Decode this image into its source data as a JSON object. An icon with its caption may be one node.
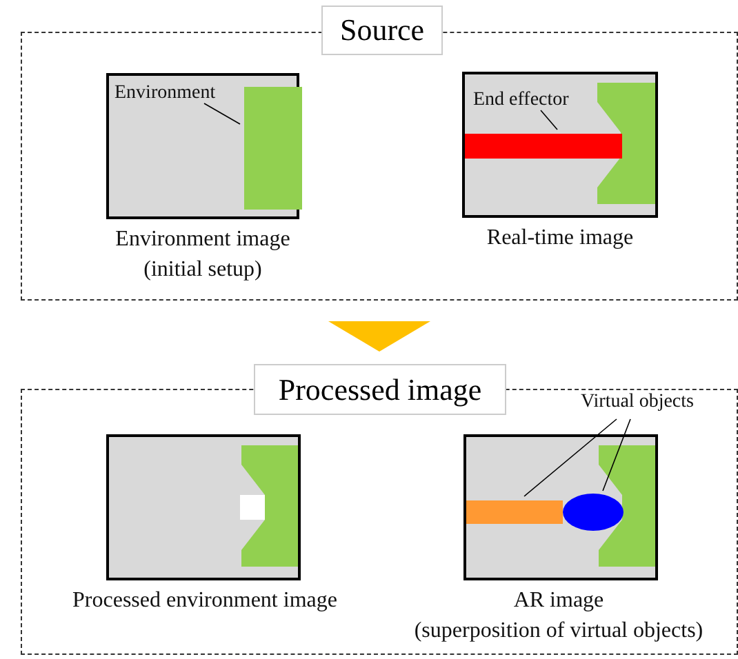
{
  "diagram": {
    "nodes": [
      {
        "text": [
          "Source"
        ]
      },
      {
        "text": [
          "Environment image",
          "(initial setup)"
        ],
        "in": 0
      },
      {
        "text": [
          "Environment"
        ],
        "in": 1
      },
      {
        "text": [],
        "shape": "box",
        "in": 1
      },
      {
        "text": [
          "Real-time image"
        ],
        "in": 0
      },
      {
        "text": [
          "End effector"
        ],
        "in": 4
      },
      {
        "text": [],
        "shape": "bar",
        "in": 4
      },
      {
        "text": [
          "Processed image"
        ]
      },
      {
        "text": [
          "Processed environment image"
        ],
        "in": 7
      },
      {
        "text": [
          "AR image",
          "(superposition of virtual objects)"
        ],
        "in": 7
      },
      {
        "text": [
          "Virtual objects"
        ],
        "in": 7
      },
      {
        "text": [],
        "shape": "bar",
        "in": 9
      },
      {
        "text": [],
        "shape": "ellipse",
        "in": 9
      }
    ],
    "edges": [
      {
        "from": 0,
        "to": 7,
        "arrow": "to",
        "style": "thick",
        "color": "#ffc000"
      },
      {
        "from": 2,
        "to": 3,
        "arrow": "none"
      },
      {
        "from": 5,
        "to": 6,
        "arrow": "none"
      },
      {
        "from": 10,
        "to": 11,
        "arrow": "none"
      },
      {
        "from": 10,
        "to": 12,
        "arrow": "none"
      }
    ]
  }
}
